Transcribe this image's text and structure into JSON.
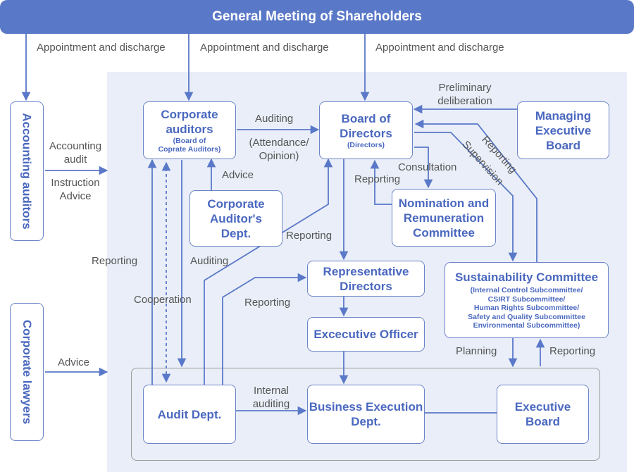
{
  "header": {
    "title": "General Meeting of Shareholders"
  },
  "labels": {
    "appointment_1": "Appointment and discharge",
    "appointment_2": "Appointment and discharge",
    "appointment_3": "Appointment and discharge",
    "preliminary": [
      "Preliminary",
      "deliberation"
    ],
    "auditing_top": "Auditing",
    "attendance": [
      "(Attendance/",
      "Opinion)"
    ],
    "advice_auditor": "Advice",
    "consultation": "Consultation",
    "reporting_nom": "Reporting",
    "reporting_sust": "Reporting",
    "supervision": "Supervision",
    "accounting_audit": [
      "Accounting",
      "audit"
    ],
    "instruction_advice": [
      "Instruction",
      "Advice"
    ],
    "reporting_audit_board": "Reporting",
    "reporting_left": "Reporting",
    "auditing_mid": "Auditing",
    "cooperation": "Cooperation",
    "reporting_rep": "Reporting",
    "advice_lawyers": "Advice",
    "internal_auditing": [
      "Internal",
      "auditing"
    ],
    "planning": "Planning",
    "reporting_planning": "Reporting"
  },
  "boxes": {
    "accounting_auditors": "Accounting auditors",
    "corporate_lawyers": "Corporate lawyers",
    "corporate_auditors": {
      "title": [
        "Corporate",
        "auditors"
      ],
      "sub": [
        "(Board of",
        "Coprate Auditors)"
      ]
    },
    "board_of_directors": {
      "title": [
        "Board of",
        "Directors"
      ],
      "sub": [
        "(Directors)"
      ]
    },
    "managing_board": [
      "Managing",
      "Executive Board"
    ],
    "auditors_dept": [
      "Corporate",
      "Auditor's",
      "Dept."
    ],
    "nomination": [
      "Nomination and",
      "Remuneration",
      "Committee"
    ],
    "representative_directors": [
      "Representative",
      "Directors"
    ],
    "executive_officer": "Excecutive Officer",
    "sustainability": {
      "title": "Sustainability Committee",
      "sub": [
        "(Internal Control Subcommittee/",
        "CSIRT Subcommittee/",
        "Human Rights Subcommittee/",
        "Safety and Quality Subcommittee",
        "Environmental Subcommittee)"
      ]
    },
    "audit_dept": "Audit Dept.",
    "business_execution": [
      "Business Execution",
      "Dept."
    ],
    "executive_board": [
      "Executive",
      "Board"
    ]
  },
  "colors": {
    "primary": "#5a78c8",
    "box_border": "#6b84c7",
    "box_text": "#4a68bf",
    "panel": "#e9eef8",
    "label": "#555555"
  }
}
